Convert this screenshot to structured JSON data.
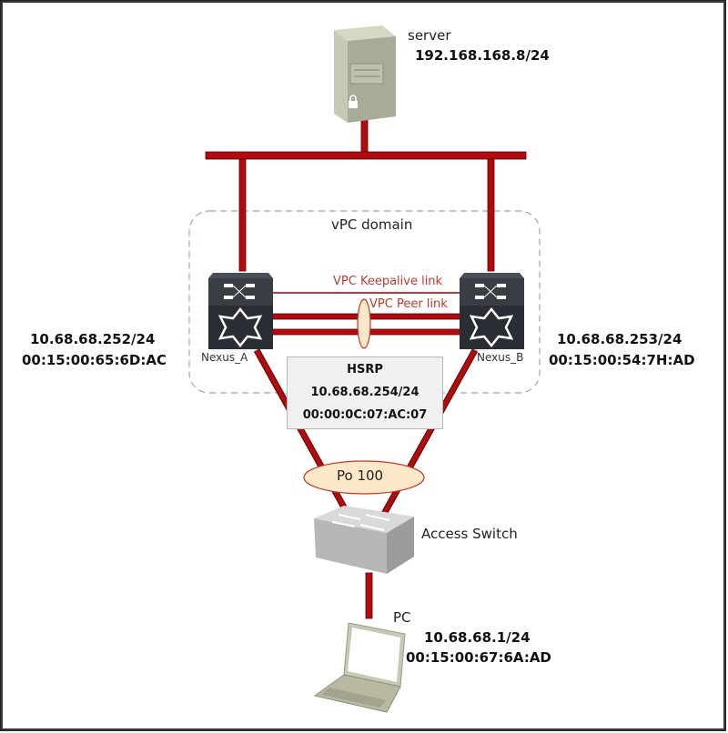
{
  "diagram": {
    "server": {
      "name": "server",
      "ip": "192.168.168.8/24"
    },
    "vpc_domain": {
      "label": "vPC domain"
    },
    "links": {
      "keepalive": "VPC Keepalive link",
      "peer": "VPC Peer link",
      "port_channel": "Po 100"
    },
    "nexus_a": {
      "name": "Nexus_A",
      "ip": "10.68.68.252/24",
      "mac": "00:15:00:65:6D:AC"
    },
    "nexus_b": {
      "name": "Nexus_B",
      "ip": "10.68.68.253/24",
      "mac": "00:15:00:54:7H:AD"
    },
    "hsrp": {
      "title": "HSRP",
      "ip": "10.68.68.254/24",
      "mac": "00:00:0C:07:AC:07"
    },
    "access_switch": {
      "name": "Access Switch"
    },
    "pc": {
      "name": "PC",
      "ip": "10.68.68.1/24",
      "mac": "00:15:00:67:6A:AD"
    },
    "colors": {
      "link": "#b30a0f",
      "link_dark": "#5a0000",
      "vpc_label": "#c0392b",
      "ellipse_fill": "#fbe8c8",
      "ellipse_stroke": "#c0392b"
    }
  }
}
